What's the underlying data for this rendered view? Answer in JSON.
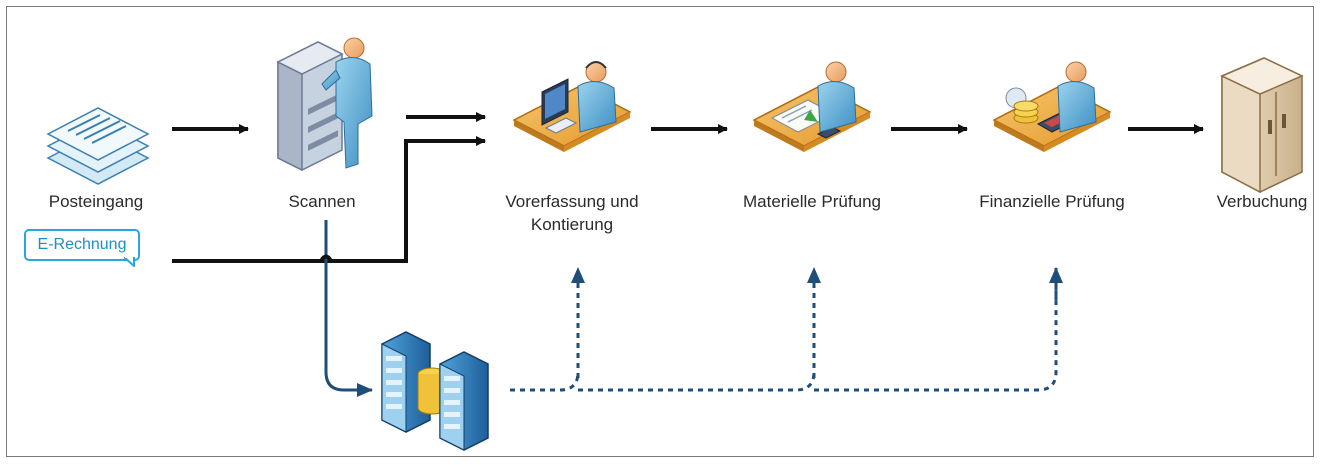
{
  "nodes": {
    "posteingang": "Posteingang",
    "scannen": "Scannen",
    "vorerfassung": "Vorerfassung und Kontierung",
    "materielle": "Materielle Prüfung",
    "finanzielle": "Finanzielle Prüfung",
    "verbuchung": "Verbuchung"
  },
  "badge": {
    "label": "E-Rechnung"
  },
  "colors": {
    "flow_arrow": "#111111",
    "storage_line": "#1f4e79",
    "badge_border": "#2aa6dc",
    "badge_text": "#1e8fc6"
  },
  "icons": [
    "documents-icon",
    "scanner-operator-icon",
    "data-entry-clerk-icon",
    "reviewer-desk-icon",
    "finance-desk-icon",
    "server-cabinet-icon",
    "database-server-icon"
  ]
}
